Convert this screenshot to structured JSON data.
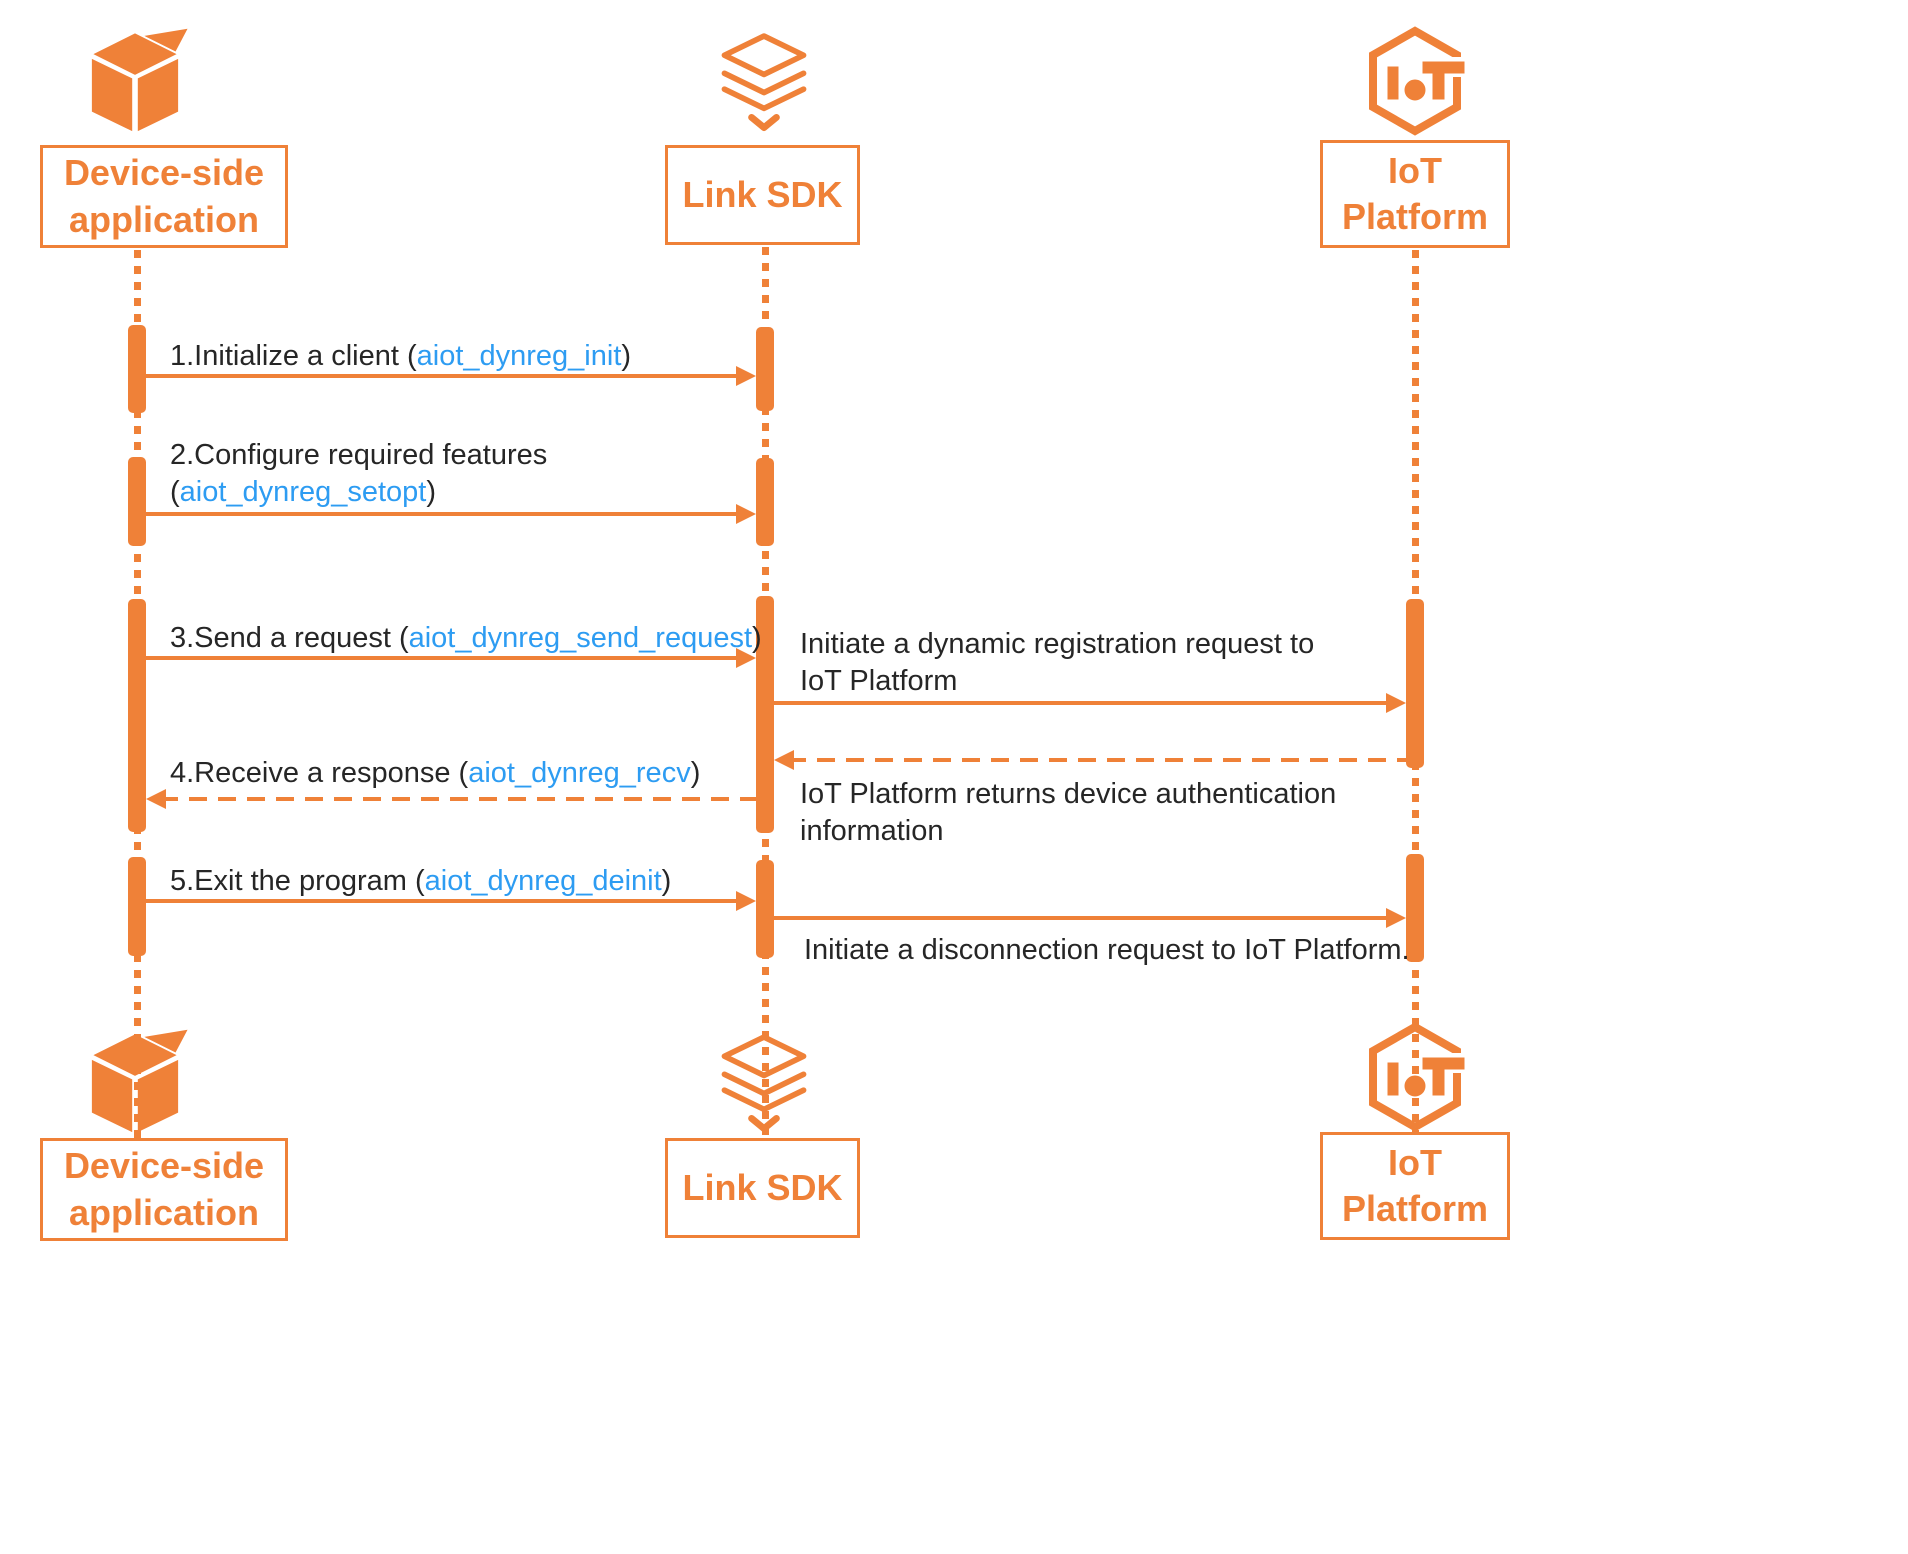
{
  "colors": {
    "accent": "#EF8138",
    "link": "#2D9CF2",
    "text": "#262626",
    "background": "#FFFFFF"
  },
  "actors": {
    "device": {
      "line1": "Device-side",
      "line2": "application"
    },
    "sdk": {
      "label": "Link SDK"
    },
    "iot": {
      "line1": "IoT",
      "line2": "Platform"
    }
  },
  "icons": {
    "device": "package-cube-icon",
    "sdk": "stacked-layers-icon",
    "iot": "iot-hexagon-logo-icon"
  },
  "messages": {
    "m1": {
      "prefix": "1.Initialize a client (",
      "link": "aiot_dynreg_init",
      "suffix": ")"
    },
    "m2": {
      "line1": "2.Configure required features",
      "prefix": "(",
      "link": "aiot_dynreg_setopt",
      "suffix": ")"
    },
    "m3": {
      "prefix": "3.Send a request (",
      "link": "aiot_dynreg_send_request",
      "suffix": ")"
    },
    "m4": {
      "prefix": "4.Receive a response (",
      "link": "aiot_dynreg_recv",
      "suffix": ")"
    },
    "m5": {
      "prefix": "5.Exit the program (",
      "link": "aiot_dynreg_deinit",
      "suffix": ")"
    },
    "reg_request": {
      "line1": "Initiate a dynamic registration request to",
      "line2": "IoT Platform"
    },
    "reg_response": {
      "line1": "IoT Platform returns device authentication",
      "line2": "information"
    },
    "disconnect": {
      "text": "Initiate a disconnection request to IoT Platform."
    }
  }
}
